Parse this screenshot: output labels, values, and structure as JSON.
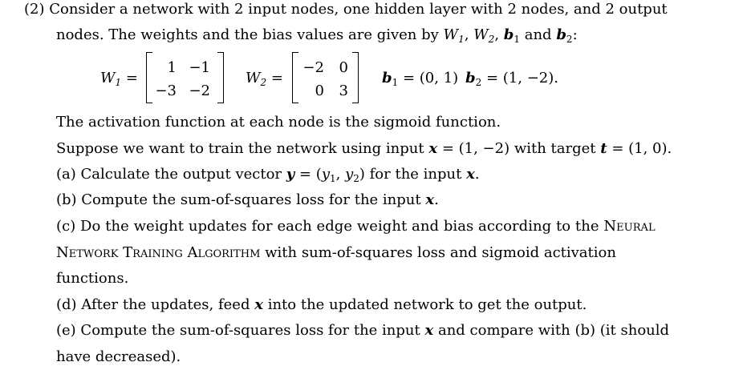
{
  "problem": {
    "number": "(2)",
    "intro_line1": "Consider a network with 2 input nodes, one hidden layer with 2 nodes, and 2 output",
    "intro_line2": "nodes. The weights and the bias values are given by",
    "and_word": "and",
    "w1_label": "W",
    "w1_sub": "1",
    "w2_label": "W",
    "w2_sub": "2",
    "b_label": "b",
    "b1_sub": "1",
    "b2_sub": "2"
  },
  "matrices": {
    "W1": [
      [
        "1",
        "−1"
      ],
      [
        "−3",
        "−2"
      ]
    ],
    "W2": [
      [
        "−2",
        "0"
      ],
      [
        "0",
        "3"
      ]
    ],
    "b1_value": "= (0, 1)",
    "b2_value": "= (1, −2)."
  },
  "text": {
    "activation": "The activation function at each node is the sigmoid function.",
    "suppose_a": "Suppose we want to train the network using input",
    "suppose_x_value": "= (1, −2) with target",
    "suppose_t_value": "= (1, 0).",
    "a_text": "(a) Calculate the output vector",
    "a_value": "= (",
    "a_rest": ") for the input",
    "b_text": "(b) Compute the sum-of-squares loss for the input",
    "c_text1": "(c) Do the weight updates for each edge weight and bias according to the",
    "c_sc1": "Neural",
    "c_sc2": "Network Training Algorithm",
    "c_text2": "with sum-of-squares loss and sigmoid activation",
    "c_text3": "functions.",
    "d_text": "(d) After the updates, feed",
    "d_rest": "into the updated network to get the output.",
    "e_text": "(e) Compute the sum-of-squares loss for the input",
    "e_rest": "and compare with (b) (it should",
    "e_text2": "have decreased)."
  }
}
